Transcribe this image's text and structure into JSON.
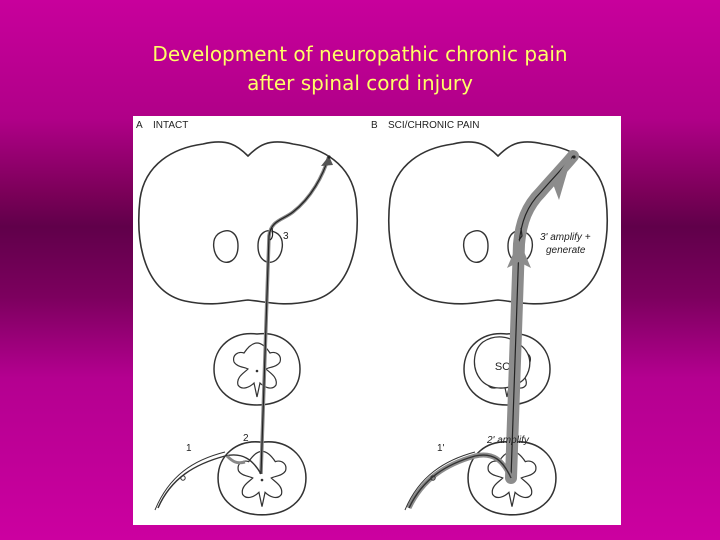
{
  "slide": {
    "title_line1": "Development of neuropathic chronic pain",
    "title_line2": "after spinal cord injury"
  },
  "figure": {
    "panel_a": {
      "letter": "A",
      "title": "INTACT",
      "label_1": "1",
      "label_2": "2",
      "label_3": "3"
    },
    "panel_b": {
      "letter": "B",
      "title": "SCI/CHRONIC PAIN",
      "label_1": "1'",
      "label_2": "2' amplify",
      "label_3a": "3' amplify +",
      "label_3b": "generate",
      "lesion": "SCI"
    }
  },
  "colors": {
    "background": "#c400a0",
    "title_text": "#ffff66",
    "pathway_shadow": "#8c8c8c"
  }
}
